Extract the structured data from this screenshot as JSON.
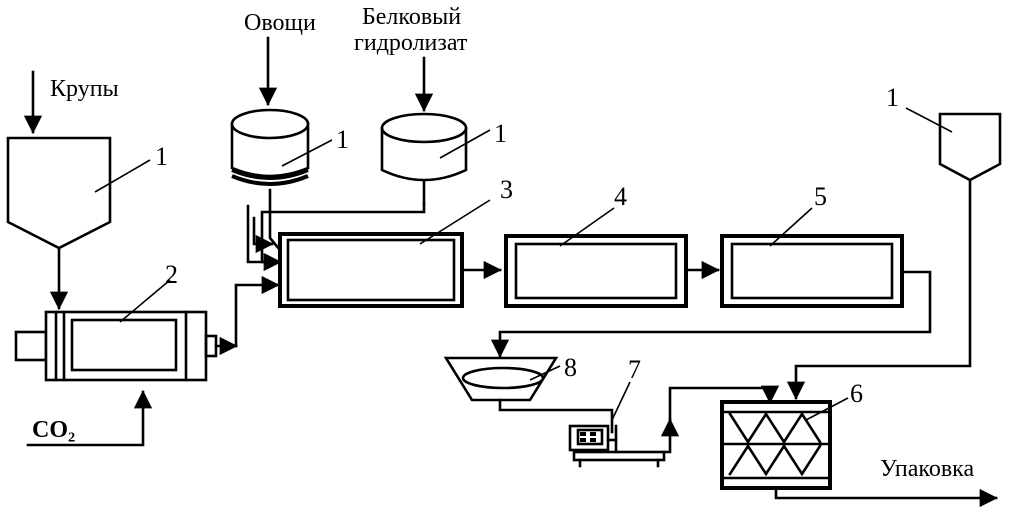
{
  "labels": {
    "krupy": "Крупы",
    "ovoshchi": "Овощи",
    "belkovyy_line1": "Белковый",
    "belkovyy_line2": "гидролизат",
    "co2": "CO₂",
    "upakovka": "Упаковка"
  },
  "callouts": {
    "hopper_left": "1",
    "tank_vegetables": "1",
    "tank_hydrolysate": "1",
    "hopper_right": "1",
    "extruder": "2",
    "conveyor_3": "3",
    "conveyor_4": "4",
    "conveyor_5": "5",
    "screw_mixer": "6",
    "scale": "7",
    "cooler": "8"
  }
}
